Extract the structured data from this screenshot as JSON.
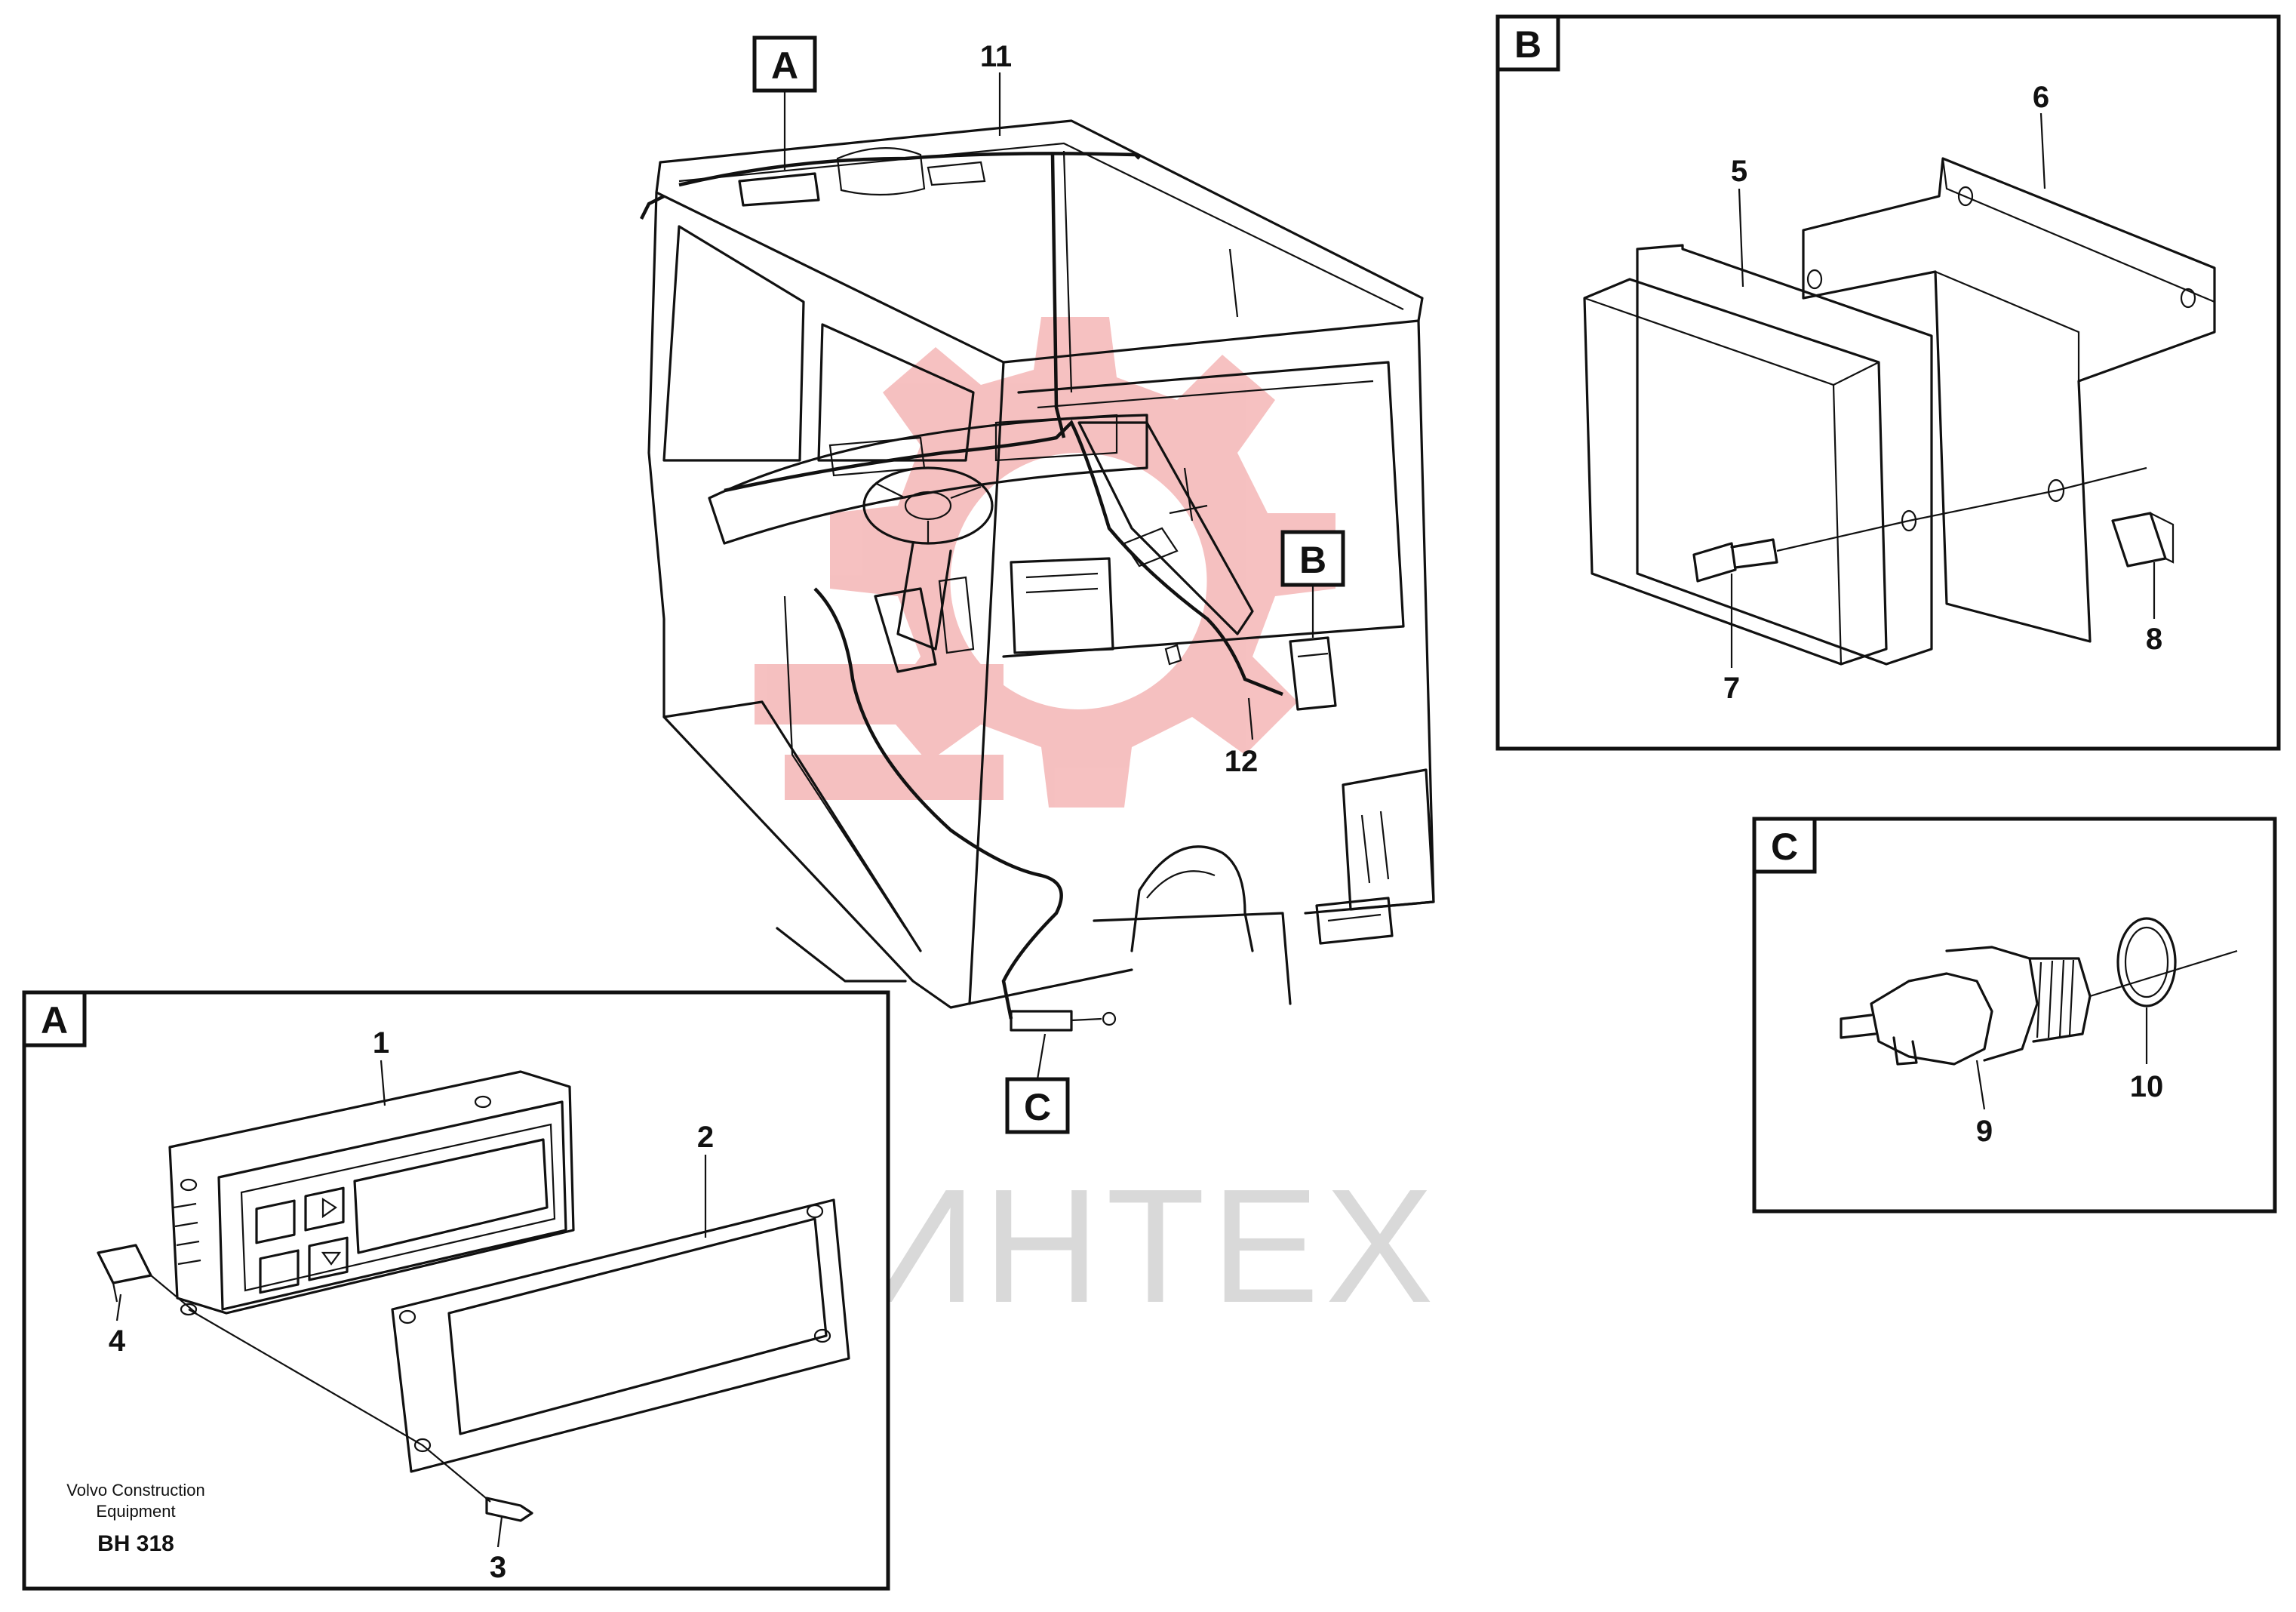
{
  "colors": {
    "ink": "#111111",
    "watermark_gear": "#f4b6b6",
    "watermark_text": "#d9d9d9",
    "background": "#ffffff"
  },
  "watermark": {
    "text": "ИНТЕХ"
  },
  "callouts": {
    "n1": "1",
    "n2": "2",
    "n3": "3",
    "n4": "4",
    "n5": "5",
    "n6": "6",
    "n7": "7",
    "n8": "8",
    "n9": "9",
    "n10": "10",
    "n11": "11",
    "n12": "12"
  },
  "tags": {
    "a": "A",
    "b": "B",
    "c": "C"
  },
  "detail_views": {
    "a": {
      "label": "A"
    },
    "b": {
      "label": "B"
    },
    "c": {
      "label": "C"
    }
  },
  "caption": {
    "company_line1": "Volvo Construction",
    "company_line2": "Equipment",
    "drawing_no": "BH 318"
  }
}
